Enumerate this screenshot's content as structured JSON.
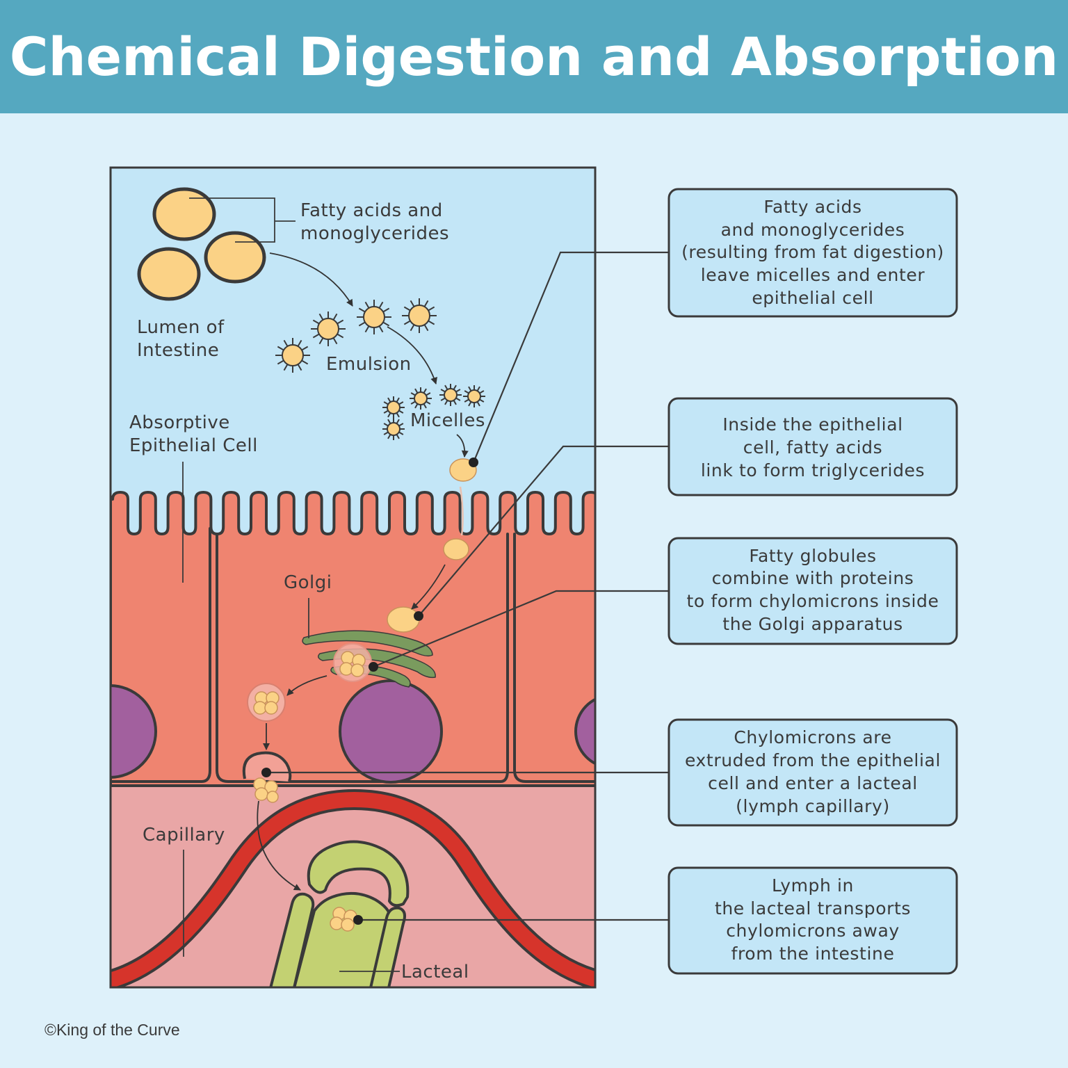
{
  "title": "Chemical Digestion and Absorption",
  "labels": {
    "fatty_acids": [
      "Fatty acids and",
      "monoglycerides"
    ],
    "lumen": [
      "Lumen of",
      "Intestine"
    ],
    "emulsion": "Emulsion",
    "micelles": "Micelles",
    "absorptive": [
      "Absorptive",
      "Epithelial Cell"
    ],
    "golgi": "Golgi",
    "capillary": "Capillary",
    "lacteal": "Lacteal"
  },
  "callouts": [
    {
      "lines": [
        "Fatty acids",
        "and monoglycerides",
        "(resulting from fat digestion)",
        "leave micelles and enter",
        "epithelial cell"
      ]
    },
    {
      "lines": [
        "Inside the epithelial",
        "cell, fatty acids",
        "link to form triglycerides"
      ]
    },
    {
      "lines": [
        "Fatty globules",
        "combine with proteins",
        "to form chylomicrons inside",
        "the Golgi apparatus"
      ]
    },
    {
      "lines": [
        "Chylomicrons are",
        "extruded from the epithelial",
        "cell and enter a lacteal",
        "(lymph capillary)"
      ]
    },
    {
      "lines": [
        "Lymph in",
        "the lacteal transports",
        "chylomicrons away",
        "from the intestine"
      ]
    }
  ],
  "credit": "©King of the Curve",
  "colors": {
    "header": "#55a8c0",
    "background": "#def1fa",
    "lumen": "#c3e6f7",
    "epithelial_cell": "#ef8470",
    "nucleus": "#a2609e",
    "tissue": "#e9a6a6",
    "capillary": "#d6342b",
    "lacteal": "#c3d172",
    "golgi": "#7a9b5e",
    "fat": "#fbd286",
    "callout_box": "#c3e6f7"
  }
}
